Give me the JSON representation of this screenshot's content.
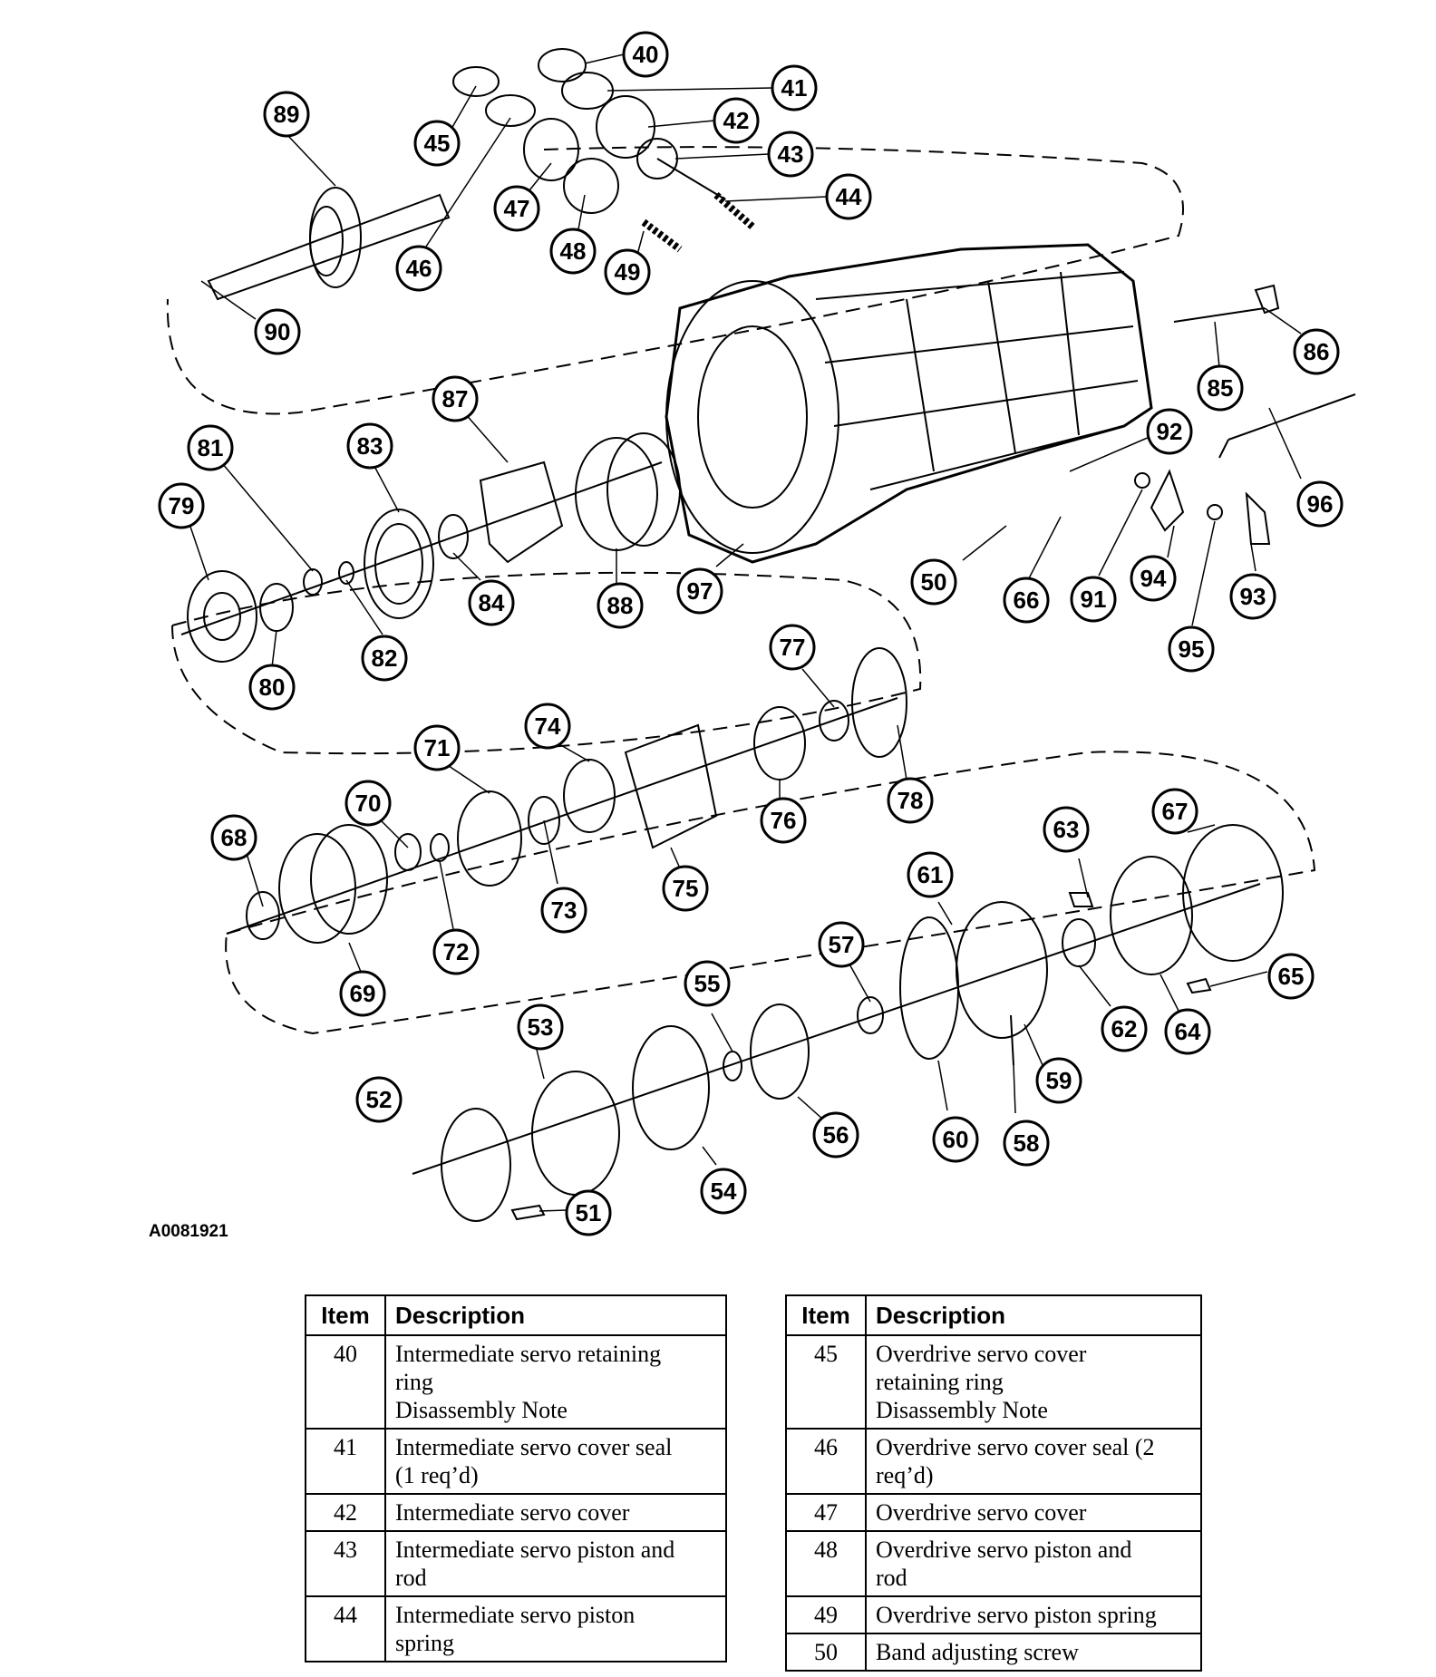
{
  "figure_id": "A0081921",
  "callouts": [
    "40",
    "41",
    "42",
    "43",
    "44",
    "45",
    "46",
    "47",
    "48",
    "49",
    "50",
    "51",
    "52",
    "53",
    "54",
    "55",
    "56",
    "57",
    "58",
    "59",
    "60",
    "61",
    "62",
    "63",
    "64",
    "65",
    "66",
    "67",
    "68",
    "69",
    "70",
    "71",
    "72",
    "73",
    "74",
    "75",
    "76",
    "77",
    "78",
    "79",
    "80",
    "81",
    "82",
    "83",
    "84",
    "85",
    "86",
    "87",
    "88",
    "89",
    "90",
    "91",
    "92",
    "93",
    "94",
    "95",
    "96",
    "97"
  ],
  "table_left": {
    "header_item": "Item",
    "header_description": "Description",
    "rows": [
      {
        "item": "40",
        "description": [
          "Intermediate servo retaining",
          "ring",
          "Disassembly Note"
        ]
      },
      {
        "item": "41",
        "description": [
          "Intermediate servo cover seal",
          "(1 req’d)"
        ]
      },
      {
        "item": "42",
        "description": [
          "Intermediate servo cover"
        ]
      },
      {
        "item": "43",
        "description": [
          "Intermediate servo piston and",
          "rod"
        ]
      },
      {
        "item": "44",
        "description": [
          "Intermediate servo piston",
          "spring"
        ]
      }
    ]
  },
  "table_right": {
    "header_item": "Item",
    "header_description": "Description",
    "rows": [
      {
        "item": "45",
        "description": [
          "Overdrive servo cover",
          "retaining ring",
          "Disassembly Note"
        ]
      },
      {
        "item": "46",
        "description": [
          "Overdrive servo cover seal (2",
          "req’d)"
        ]
      },
      {
        "item": "47",
        "description": [
          "Overdrive servo cover"
        ]
      },
      {
        "item": "48",
        "description": [
          "Overdrive servo piston and",
          "rod"
        ]
      },
      {
        "item": "49",
        "description": [
          "Overdrive servo piston spring"
        ]
      },
      {
        "item": "50",
        "description": [
          "Band adjusting screw"
        ]
      }
    ]
  }
}
